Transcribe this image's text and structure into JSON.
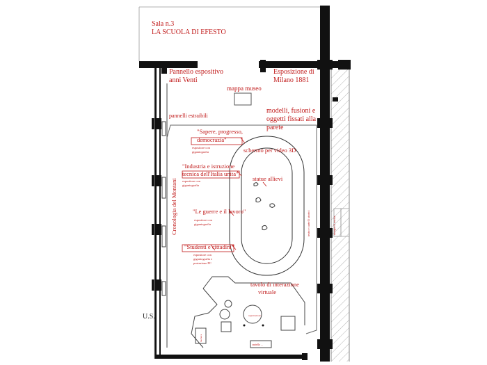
{
  "title": {
    "room": "Sala n.3",
    "name": "LA SCUOLA DI EFESTO"
  },
  "labels": {
    "pannello_line1": "Pannello espositivo",
    "pannello_line2": "anni Venti",
    "esposizione_line1": "Esposizione di",
    "esposizione_line2": "Milano 1881",
    "mappa": "mappa museo",
    "pannelli_estraibili": "pannelli estraibili",
    "modelli_line1": "modelli, fusioni e",
    "modelli_line2": "oggetti fissati alla",
    "modelli_line3": "parete",
    "sapere_line1": "\"Sapere, progresso,",
    "sapere_line2": "democrazia\"",
    "sapere_sub1": "espositore con",
    "sapere_sub2": "gigantografia",
    "schermo": "schermo per video 3D",
    "industria_line1": "\"Industria e istruzione",
    "industria_line2": "tecnica dell'Italia unita\"",
    "industria_sub1": "espositore con",
    "industria_sub2": "gigantografia",
    "statue": "statue allievi",
    "cronologia": "Cronologia del Montani",
    "guerre_line1": "\"Le guerre e il lavoro\"",
    "guerre_sub1": "espositore con",
    "guerre_sub2": "gigantografia",
    "studenti_line1": "\"Studenti e cittadini\"",
    "studenti_sub1": "espositore con",
    "studenti_sub2": "gigantografia e",
    "studenti_sub3": "postazione PC",
    "tavolo_line1": "tavolo di interazione",
    "tavolo_line2": "virtuale",
    "us": "U.S.",
    "testo_cartelli": "testo e cartelli storici",
    "rampa": "rampa di uscita",
    "cartello": "cartello ...",
    "bacheca": "bacheca",
    "registrazione": "registrazione"
  }
}
